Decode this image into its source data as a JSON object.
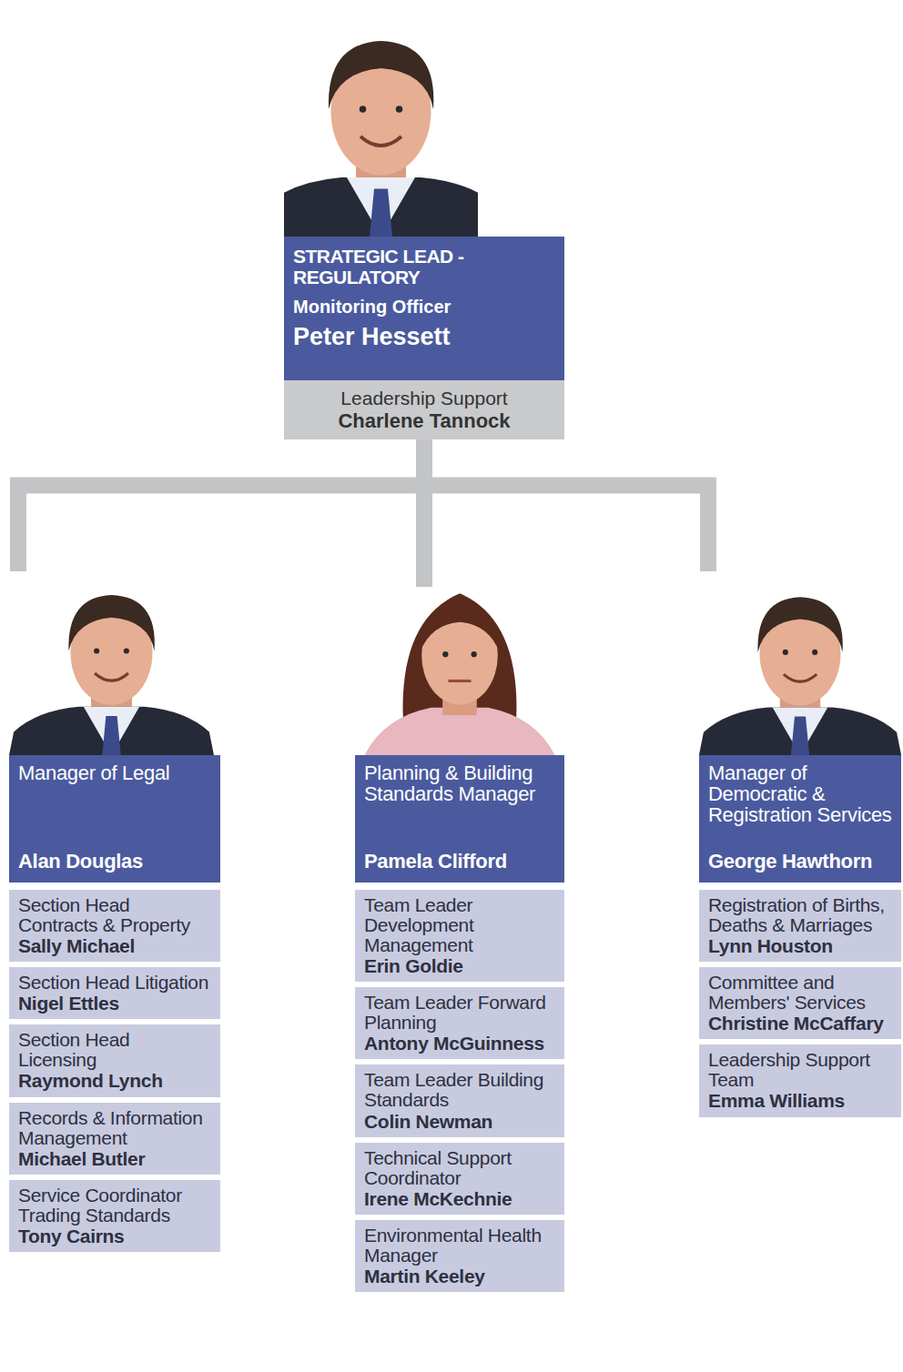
{
  "diagram": {
    "nodes": [
      {
        "text": [
          "STRATEGIC LEAD - REGULATORY",
          "Monitoring Officer",
          "Peter Hessett"
        ]
      },
      {
        "text": [
          "Leadership Support",
          "Charlene Tannock"
        ]
      },
      {
        "text": [
          "Manager of Legal",
          "Alan Douglas"
        ]
      },
      {
        "text": [
          "Section Head Contracts & Property",
          "Sally Michael"
        ]
      },
      {
        "text": [
          "Section Head Litigation",
          "Nigel Ettles"
        ]
      },
      {
        "text": [
          "Section Head Licensing",
          "Raymond Lynch"
        ]
      },
      {
        "text": [
          "Records & Information Management",
          "Michael Butler"
        ]
      },
      {
        "text": [
          "Service Coordinator Trading Standards",
          "Tony Cairns"
        ]
      },
      {
        "text": [
          "Planning & Building Standards Manager",
          "Pamela Clifford"
        ]
      },
      {
        "text": [
          "Team Leader Development Management",
          "Erin Goldie"
        ]
      },
      {
        "text": [
          "Team Leader Forward Planning",
          "Antony McGuinness"
        ]
      },
      {
        "text": [
          "Team Leader Building Standards",
          "Colin Newman"
        ]
      },
      {
        "text": [
          "Technical Support Coordinator",
          "Irene McKechnie"
        ]
      },
      {
        "text": [
          "Environmental Health Manager",
          "Martin Keeley"
        ]
      },
      {
        "text": [
          "Manager of Democratic & Registration Services",
          "George Hawthorn"
        ]
      },
      {
        "text": [
          "Registration of Births, Deaths & Marriages",
          "Lynn Houston"
        ]
      },
      {
        "text": [
          "Committee and Members' Services",
          "Christine McCaffary"
        ]
      },
      {
        "text": [
          "Leadership Support Team",
          "Emma Williams"
        ]
      }
    ],
    "edges": [
      {
        "from": 1,
        "to": 2,
        "arrow": "none"
      },
      {
        "from": 1,
        "to": 8,
        "arrow": "none"
      },
      {
        "from": 1,
        "to": 14,
        "arrow": "none"
      }
    ]
  }
}
